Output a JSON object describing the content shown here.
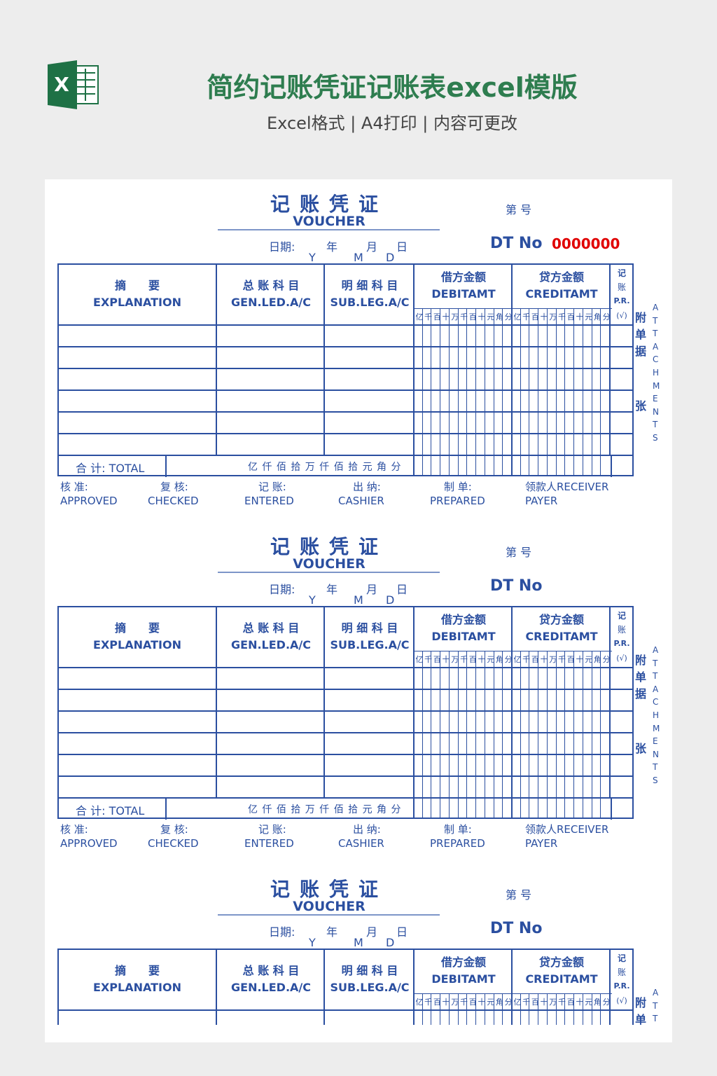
{
  "header": {
    "title": "简约记账凭证记账表excel模版",
    "subtitle": "Excel格式 | A4打印 | 内容可更改",
    "logo_letter": "X"
  },
  "colors": {
    "blue": "#2b4fa0",
    "green": "#2e7d4f",
    "red": "#e00000"
  },
  "vouchers": [
    {
      "number": "0000000"
    },
    {
      "number": ""
    },
    {
      "number": ""
    }
  ],
  "voucher": {
    "title": "记账凭证",
    "title_en": "VOUCHER",
    "no_label": "第 号",
    "date_label": "日期:",
    "year": "年",
    "month": "月",
    "day": "日",
    "y": "Y",
    "m": "M",
    "d": "D",
    "dt_no": "DT  No",
    "cols": {
      "exp_cn": "摘　　要",
      "exp_en": "EXPLANATION",
      "gen_cn": "总 账 科 目",
      "gen_en": "GEN.LED.A/C",
      "sub_cn": "明 细 科 目",
      "sub_en": "SUB.LEG.A/C",
      "debit_cn": "借方金额",
      "debit_en": "DEBITAMT",
      "credit_cn": "贷方金额",
      "credit_en": "CREDITAMT",
      "pr1": "记",
      "pr2": "账",
      "pr3": "P.R.",
      "pr4": "(√)"
    },
    "digits": [
      "亿",
      "千",
      "百",
      "十",
      "万",
      "千",
      "百",
      "十",
      "元",
      "角",
      "分"
    ],
    "total_label": "合 计: TOTAL",
    "total_units": "亿 仟 佰 拾 万 仟 佰 拾 元 角 分",
    "side": [
      "附",
      "单",
      "据",
      "张"
    ],
    "attachments": [
      "A",
      "T",
      "T",
      "A",
      "C",
      "H",
      "M",
      "E",
      "N",
      "T",
      "S"
    ],
    "signatures": [
      {
        "cn": "核 准:",
        "en": "APPROVED"
      },
      {
        "cn": "复 核:",
        "en": "CHECKED"
      },
      {
        "cn": "记 账:",
        "en": "ENTERED"
      },
      {
        "cn": "出 纳:",
        "en": "CASHIER"
      },
      {
        "cn": "制 单:",
        "en": "PREPARED"
      },
      {
        "cn": "领款人RECEIVER",
        "en": "PAYER"
      }
    ]
  }
}
